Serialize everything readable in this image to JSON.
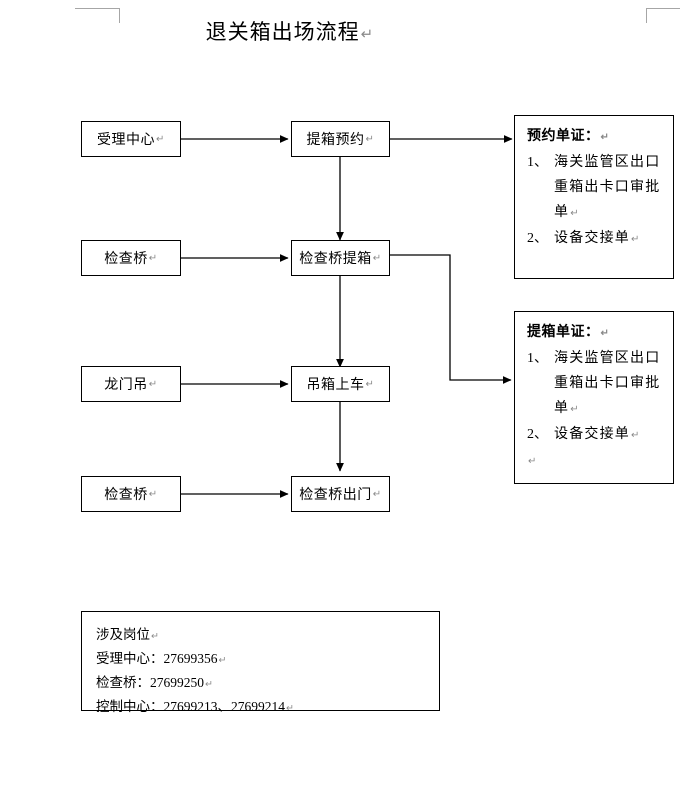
{
  "page": {
    "title": "退关箱出场流程",
    "pilcrow": "↵"
  },
  "flow": {
    "sources": [
      {
        "label": "受理中心"
      },
      {
        "label": "检查桥"
      },
      {
        "label": "龙门吊"
      },
      {
        "label": "检查桥"
      }
    ],
    "steps": [
      {
        "label": "提箱预约"
      },
      {
        "label": "检查桥提箱"
      },
      {
        "label": "吊箱上车"
      },
      {
        "label": "检查桥出门"
      }
    ]
  },
  "documents": [
    {
      "title": "预约单证：",
      "items": [
        {
          "num": "1、",
          "text": "海关监管区出口重箱出卡口审批单"
        },
        {
          "num": "2、",
          "text": "设备交接单"
        }
      ],
      "trailing_blank": false
    },
    {
      "title": "提箱单证：",
      "items": [
        {
          "num": "1、",
          "text": "海关监管区出口重箱出卡口审批单"
        },
        {
          "num": "2、",
          "text": "设备交接单"
        }
      ],
      "trailing_blank": true
    }
  ],
  "info": {
    "lines": [
      "涉及岗位",
      "受理中心：27699356",
      "检查桥：27699250",
      "控制中心：27699213、27699214"
    ]
  },
  "colors": {
    "line": "#000000",
    "margin_mark": "#a6a6a6",
    "pilcrow": "#8a8a8a"
  }
}
